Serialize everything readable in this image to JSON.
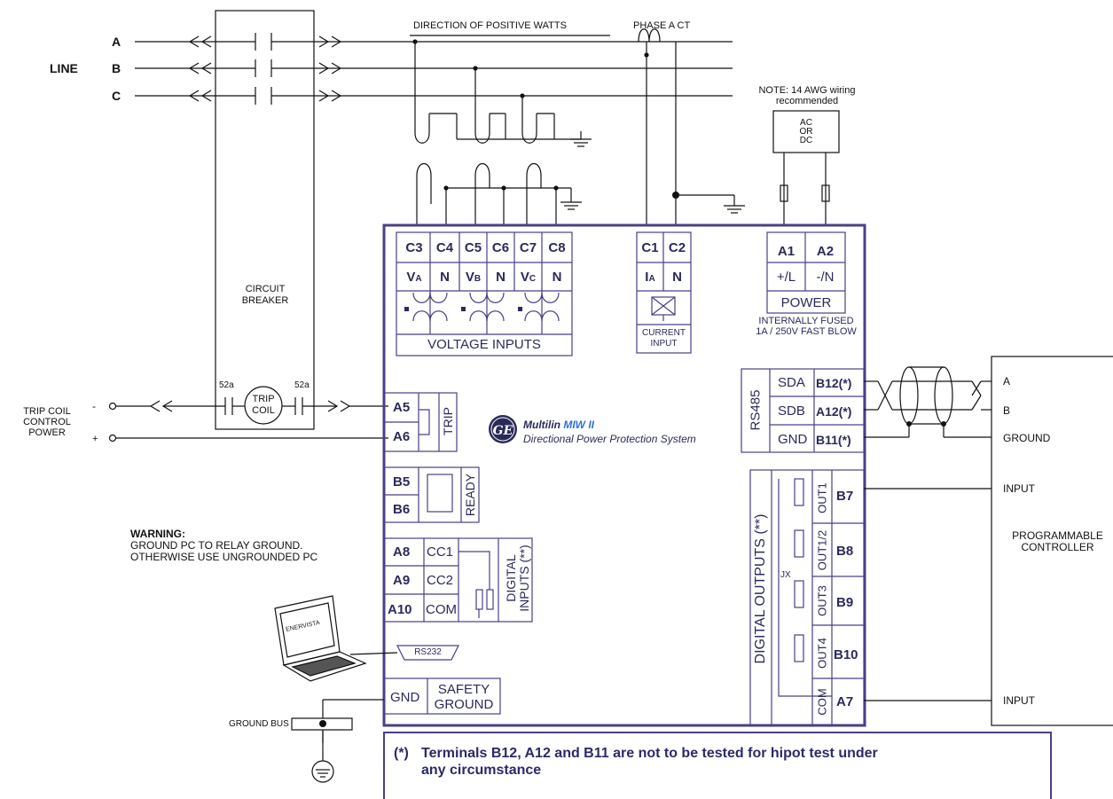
{
  "line": {
    "label": "LINE",
    "phases": [
      "A",
      "B",
      "C"
    ],
    "direction_label": "DIRECTION OF POSITIVE WATTS",
    "ct_label": "PHASE A CT"
  },
  "breaker": {
    "label_line1": "CIRCUIT",
    "label_line2": "BREAKER",
    "contact_left": "52a",
    "contact_right": "52a",
    "coil_line1": "TRIP",
    "coil_line2": "COIL"
  },
  "trip_supply": {
    "label_line1": "TRIP COIL",
    "label_line2": "CONTROL",
    "label_line3": "POWER",
    "minus": "-",
    "plus": "+"
  },
  "power_supply": {
    "note_line1": "NOTE: 14 AWG wiring",
    "note_line2": "recommended",
    "src_line1": "AC",
    "src_line2": "OR",
    "src_line3": "DC"
  },
  "relay": {
    "brand": "Multilin",
    "model": "MIW II",
    "title": "Directional Power Protection System",
    "voltage_terminals": [
      "C3",
      "C4",
      "C5",
      "C6",
      "C7",
      "C8"
    ],
    "voltage_signals": [
      {
        "main": "V",
        "sub": "A"
      },
      {
        "main": "N",
        "sub": ""
      },
      {
        "main": "V",
        "sub": "B"
      },
      {
        "main": "N",
        "sub": ""
      },
      {
        "main": "V",
        "sub": "C"
      },
      {
        "main": "N",
        "sub": ""
      }
    ],
    "voltage_label": "VOLTAGE INPUTS",
    "current_terminals": [
      "C1",
      "C2"
    ],
    "current_signal_main": "I",
    "current_signal_sub": "A",
    "current_signal_n": "N",
    "current_label_line1": "CURRENT",
    "current_label_line2": "INPUT",
    "power_terminals": [
      "A1",
      "A2"
    ],
    "power_signals": [
      "+/L",
      "-/N"
    ],
    "power_label": "POWER",
    "fuse_note_line1": "INTERNALLY FUSED",
    "fuse_note_line2": "1A / 250V FAST BLOW",
    "rs485_label": "RS485",
    "rs485_rows": [
      {
        "signal": "SDA",
        "terminal": "B12(*)"
      },
      {
        "signal": "SDB",
        "terminal": "A12(*)"
      },
      {
        "signal": "GND",
        "terminal": "B11(*)"
      }
    ],
    "trip_terminals": [
      "A5",
      "A6"
    ],
    "trip_label": "TRIP",
    "ready_terminals": [
      "B5",
      "B6"
    ],
    "ready_label": "READY",
    "digital_inputs": [
      {
        "terminal": "A8",
        "signal": "CC1"
      },
      {
        "terminal": "A9",
        "signal": "CC2"
      },
      {
        "terminal": "A10",
        "signal": "COM"
      }
    ],
    "digital_inputs_label_line1": "DIGITAL",
    "digital_inputs_label_line2": "INPUTS (**)",
    "digital_outputs_label": "DIGITAL OUTPUTS (**)",
    "digital_outputs": [
      {
        "label": "OUT1",
        "terminal": "B7"
      },
      {
        "label": "OUT1/2",
        "terminal": "B8"
      },
      {
        "label": "OUT3",
        "terminal": "B9"
      },
      {
        "label": "OUT4",
        "terminal": "B10"
      },
      {
        "label": "COM",
        "terminal": "A7"
      }
    ],
    "jumper_label": "JX",
    "gnd_label": "GND",
    "safety_ground_line1": "SAFETY",
    "safety_ground_line2": "GROUND",
    "rs232_label": "RS232"
  },
  "pc": {
    "screen_text": "ENERVISTA",
    "warning_title": "WARNING:",
    "warning_line1": "GROUND PC TO RELAY GROUND.",
    "warning_line2": "OTHERWISE USE UNGROUNDED PC"
  },
  "ground_bus_label": "GROUND BUS",
  "plc": {
    "labels": [
      "A",
      "B",
      "GROUND",
      "INPUT",
      "INPUT"
    ],
    "title_line1": "PROGRAMMABLE",
    "title_line2": "CONTROLLER"
  },
  "footnote": {
    "marker": "(*)",
    "line1": "Terminals B12, A12 and B11 are not to be tested for hipot test under",
    "line2": "any circumstance"
  },
  "colors": {
    "wire": "#111111",
    "relay_frame": "#4a3f86",
    "relay_text": "#2a2a5a"
  }
}
